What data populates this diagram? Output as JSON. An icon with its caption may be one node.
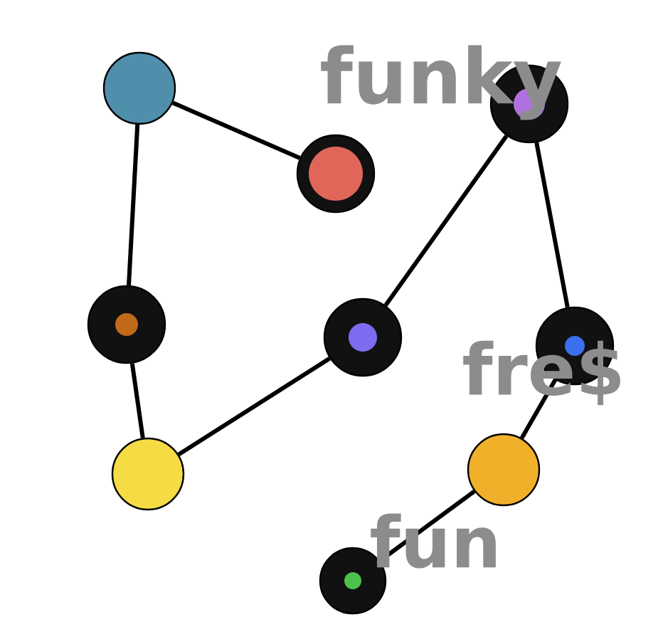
{
  "diagram": {
    "nodes": [
      {
        "text": [],
        "shape": "circle"
      },
      {
        "text": [],
        "shape": "circle"
      },
      {
        "text": [],
        "shape": "circle"
      },
      {
        "text": [],
        "shape": "circle"
      },
      {
        "text": [],
        "shape": "circle"
      },
      {
        "text": [],
        "shape": "circle"
      },
      {
        "text": [],
        "shape": "circle"
      },
      {
        "text": [],
        "shape": "circle"
      },
      {
        "text": [],
        "shape": "circle"
      }
    ],
    "edges": [
      {
        "from": 0,
        "to": 1,
        "arrow": "none"
      },
      {
        "from": 0,
        "to": 3,
        "arrow": "none"
      },
      {
        "from": 3,
        "to": 6,
        "arrow": "none"
      },
      {
        "from": 6,
        "to": 4,
        "arrow": "none"
      },
      {
        "from": 4,
        "to": 2,
        "arrow": "none"
      },
      {
        "from": 2,
        "to": 5,
        "arrow": "none"
      },
      {
        "from": 5,
        "to": 7,
        "arrow": "none"
      },
      {
        "from": 7,
        "to": 8,
        "arrow": "none"
      }
    ],
    "labels": [
      "funky",
      "fre$",
      "fun"
    ]
  }
}
